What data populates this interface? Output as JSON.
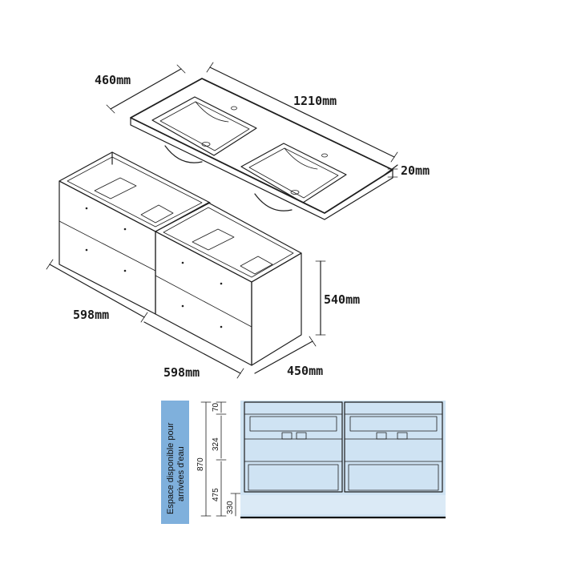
{
  "dimensions": {
    "top_depth": "460mm",
    "top_width": "1210mm",
    "top_thickness": "20mm",
    "cabinet_height": "540mm",
    "cabinet_depth": "450mm",
    "cabinet_width_left": "598mm",
    "cabinet_width_right": "598mm"
  },
  "section": {
    "side_label_line1": "Espace disponible pour",
    "side_label_line2": "arrivées d'eau",
    "total_height": "870",
    "dim_70": "70",
    "dim_324": "324",
    "dim_475": "475",
    "dim_330": "330"
  },
  "colors": {
    "label_panel": "#7fb0dc",
    "section_bg": "#cfe3f3",
    "line": "#1e1e1e"
  }
}
